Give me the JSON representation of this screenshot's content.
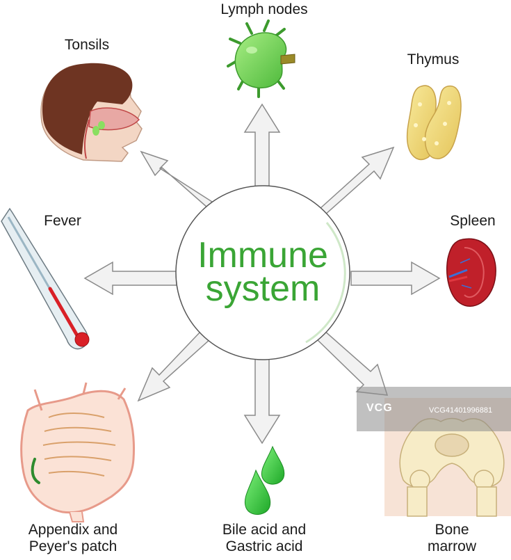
{
  "center": {
    "line1": "Immune",
    "line2": "system"
  },
  "labels": {
    "lymph_nodes": "Lymph nodes",
    "tonsils": "Tonsils",
    "thymus": "Thymus",
    "fever": "Fever",
    "spleen": "Spleen",
    "appendix_line1": "Appendix and",
    "appendix_line2": "Peyer's patch",
    "bile_line1": "Bile acid and",
    "bile_line2": "Gastric acid",
    "bone_line1": "Bone",
    "bone_line2": "marrow"
  },
  "watermark": {
    "brand": "VCG",
    "code": "VCG41401996881"
  },
  "colors": {
    "accent_green": "#3aa535",
    "arrow_fill": "#f2f2f2",
    "arrow_stroke": "#8a8a8a",
    "lymph_green": "#7ed957",
    "thymus_yellow": "#f2dc7a",
    "spleen_red": "#c0202a",
    "intestine_pink": "#f6c7b5",
    "bone_cream": "#f7ecc7",
    "thermometer_red": "#d92027",
    "drop_green": "#35c93a"
  },
  "icons": [
    "lymph-node-icon",
    "head-tonsils-icon",
    "thymus-icon",
    "thermometer-icon",
    "spleen-icon",
    "intestine-icon",
    "bile-drops-icon",
    "pelvis-bone-icon"
  ]
}
